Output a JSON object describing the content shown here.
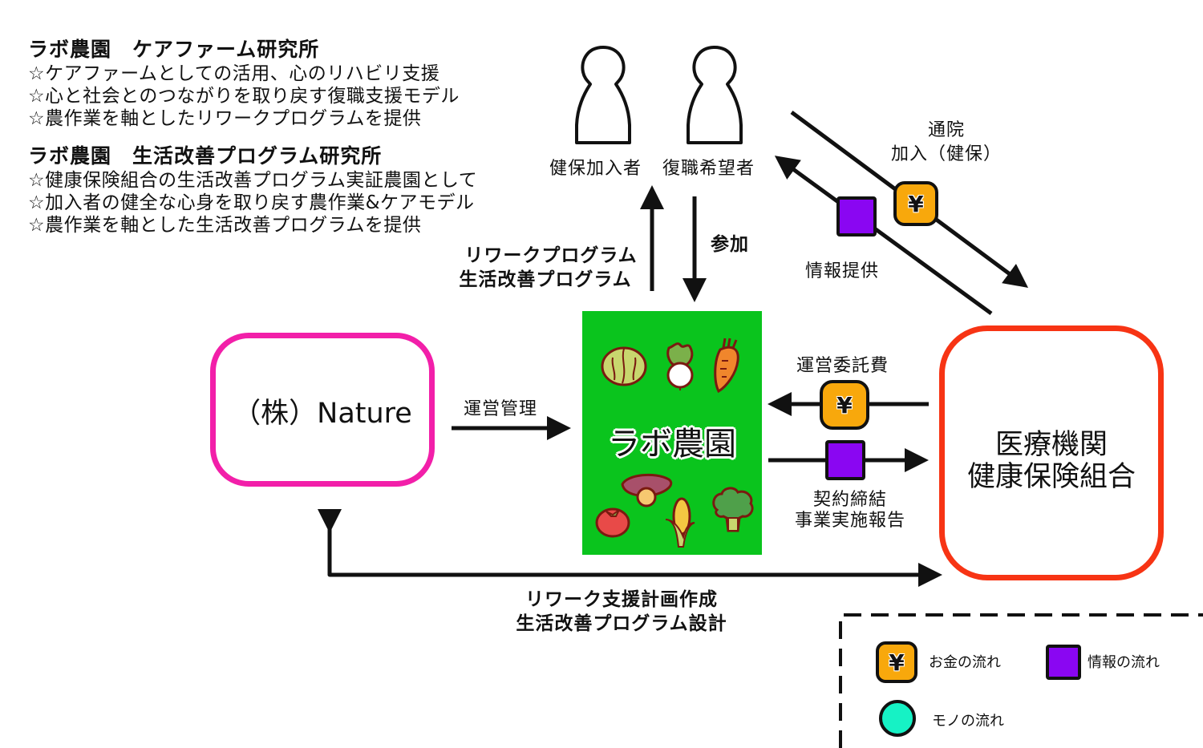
{
  "description_blocks": [
    {
      "heading": "ラボ農園　ケアファーム研究所",
      "bullets": [
        "☆ケアファームとしての活用、心のリハビリ支援",
        "☆心と社会とのつながりを取り戻す復職支援モデル",
        "☆農作業を軸としたリワークプログラムを提供"
      ]
    },
    {
      "heading": "ラボ農園　生活改善プログラム研究所",
      "bullets": [
        "☆健康保険組合の生活改善プログラム実証農園として",
        "☆加入者の健全な心身を取り戻す農作業&ケアモデル",
        "☆農作業を軸とした生活改善プログラムを提供"
      ]
    }
  ],
  "persons": {
    "icon": "person-icon",
    "labels": [
      "健保加入者",
      "復職希望者"
    ]
  },
  "nodes": {
    "nature": "（株）Nature",
    "farm": "ラボ農園",
    "medical_line1": "医療機関",
    "medical_line2": "健康保険組合"
  },
  "farm_vegetables": [
    "cabbage-icon",
    "turnip-icon",
    "carrot-icon",
    "sweet-potato-icon",
    "tomato-icon",
    "corn-icon",
    "broccoli-icon"
  ],
  "flows": {
    "program_up_line1": "リワークプログラム",
    "program_up_line2": "生活改善プログラム",
    "participate": "参加",
    "visit_line1": "通院",
    "visit_line2": "加入（健保）",
    "info_provide": "情報提供",
    "management": "運営管理",
    "commission_fee": "運営委託費",
    "contract_line1": "契約締結",
    "contract_line2": "事業実施報告",
    "bottom_line1": "リワーク支援計画作成",
    "bottom_line2": "生活改善プログラム設計"
  },
  "legend": {
    "money": "お金の流れ",
    "info": "情報の流れ",
    "goods": "モノの流れ",
    "yen_symbol": "¥"
  },
  "colors": {
    "money": "#f8a80c",
    "info": "#8a06f2",
    "goods": "#16f2c5",
    "nature_border": "#f21fa9",
    "medical_border": "#f73414",
    "farm_bg": "#0ac41d"
  }
}
